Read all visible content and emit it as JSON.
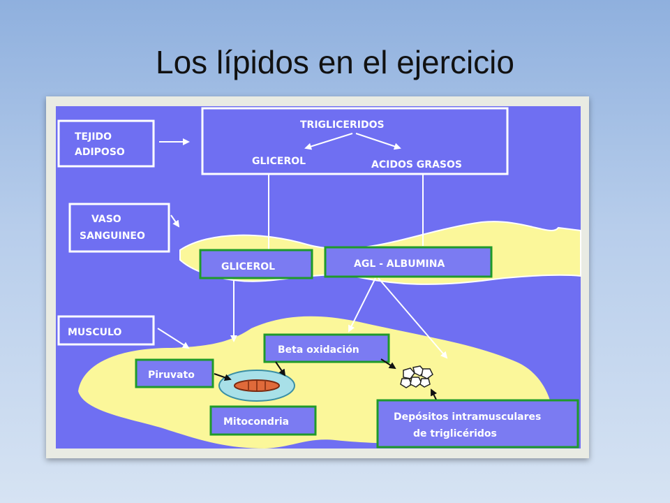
{
  "slide": {
    "title": "Los lípidos en el ejercicio"
  },
  "diagram": {
    "tejido_adiposo": [
      "TEJIDO",
      "ADIPOSO"
    ],
    "trigliceridos": "TRIGLICERIDOS",
    "glicerol_top": "GLICEROL",
    "acidos_grasos": "ACIDOS GRASOS",
    "vaso_sanguineo": [
      "VASO",
      "SANGUINEO"
    ],
    "glicerol_vessel": "GLICEROL",
    "agl_albumina": "AGL - ALBUMINA",
    "musculo": "MUSCULO",
    "beta_oxidacion": "Beta oxidación",
    "piruvato": "Piruvato",
    "mitocondria": "Mitocondria",
    "depositos": [
      "Depósitos intramusculares",
      "de triglicéridos"
    ]
  },
  "colors": {
    "background_blue": "#6f6ff2",
    "fluid_yellow": "#fbf79a",
    "box_green": "#1f9a2a",
    "box_fill": "#7b7bf2"
  }
}
